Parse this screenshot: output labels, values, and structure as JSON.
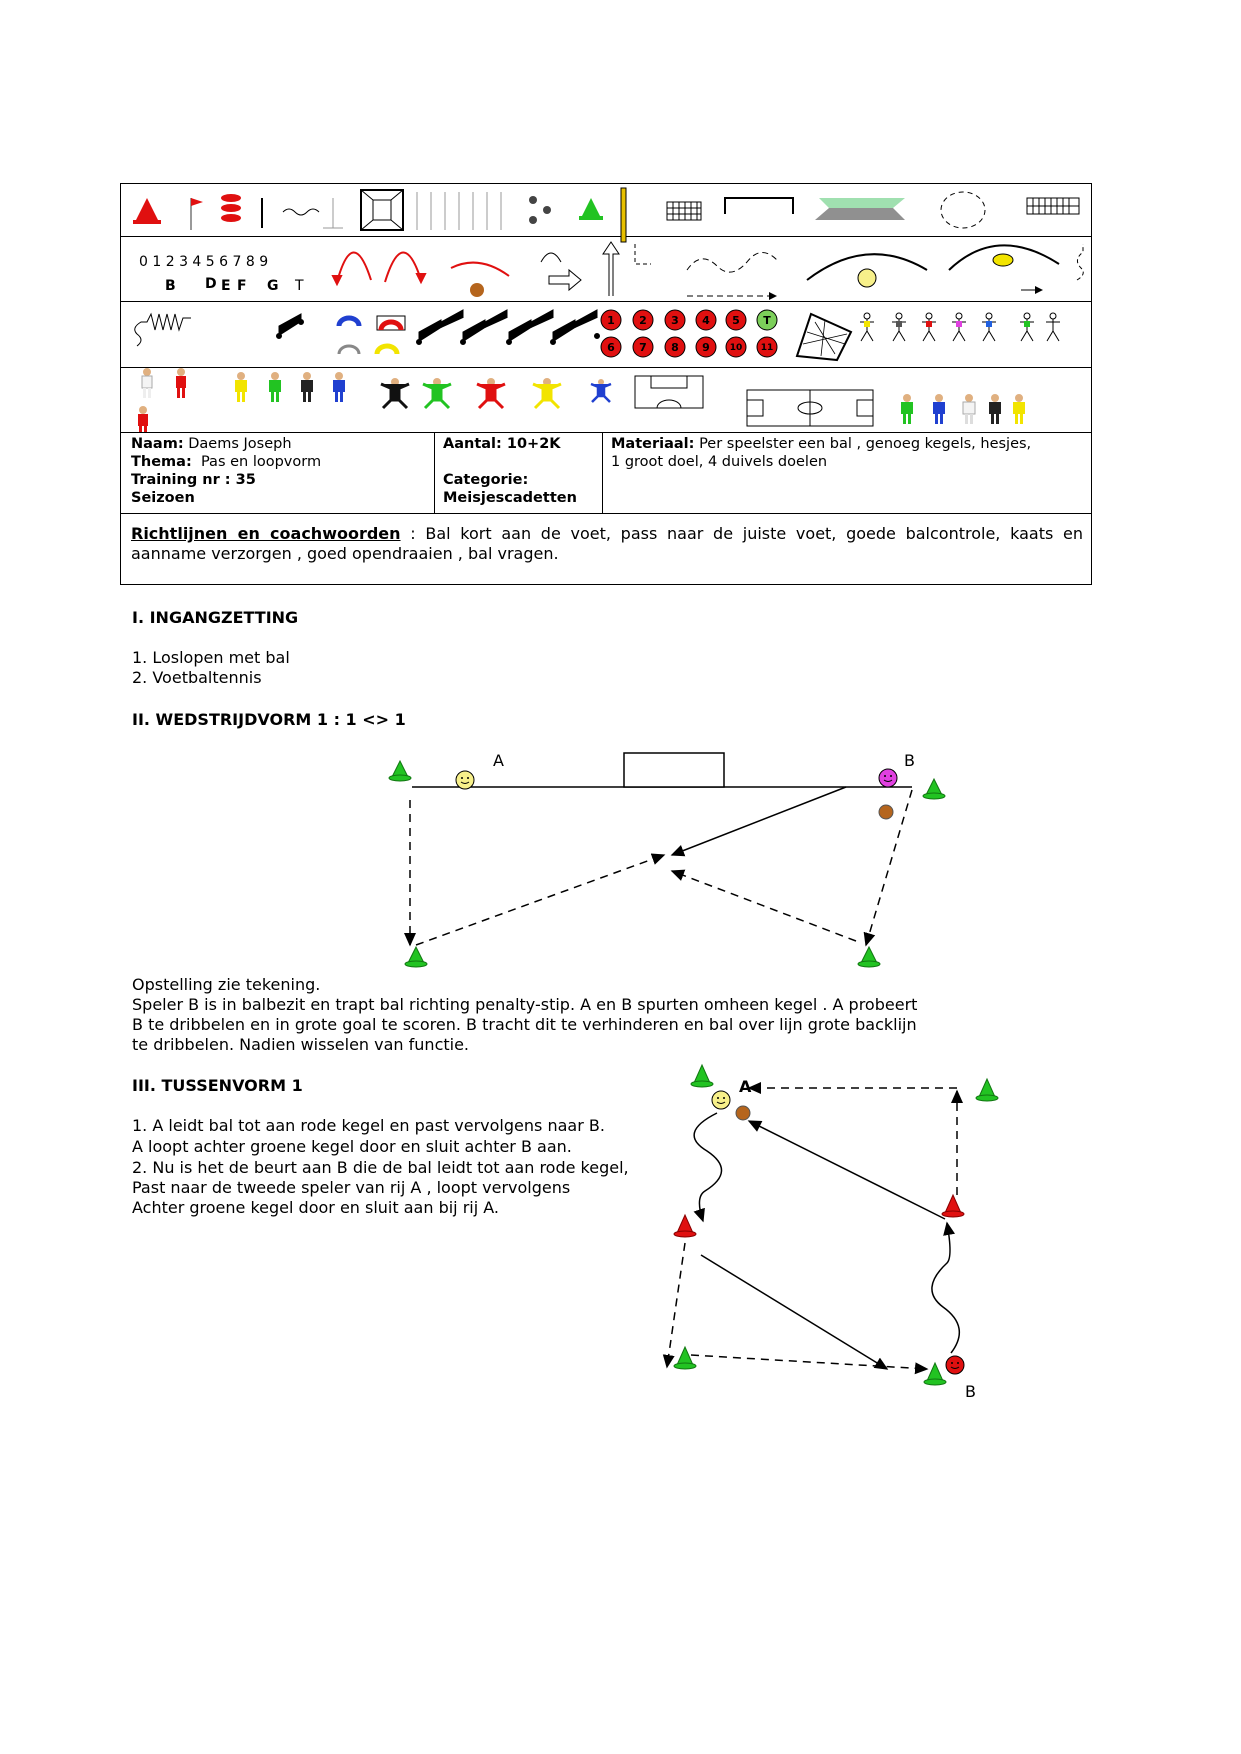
{
  "header": {
    "numbers": "0 1 2 3 4 5 6 7 8 9",
    "letters": [
      "B",
      "D",
      "E",
      "F",
      "G",
      "T"
    ],
    "red_numbers": [
      "1",
      "2",
      "3",
      "4",
      "5",
      "6",
      "7",
      "8",
      "9",
      "10",
      "11"
    ],
    "green_t": "T",
    "naam_label": "Naam:",
    "naam_value": "Daems Joseph",
    "thema_label": "Thema:",
    "thema_value": "Pas en loopvorm",
    "training_label": "Training nr : 35",
    "seizoen_label": "Seizoen",
    "aantal_label": "Aantal: 10+2K",
    "categorie_label": "Categorie:",
    "categorie_value": "Meisjescadetten",
    "materiaal_label": "Materiaal:",
    "materiaal_value": "Per speelster een bal , genoeg kegels, hesjes,",
    "materiaal_value2": "1 groot doel, 4 duivels doelen",
    "richtlijnen_label": "Richtlijnen en coachwoorden",
    "richtlijnen_text": " : Bal kort aan de voet, pass naar de juiste voet, goede balcontrole, kaats en aanname verzorgen , goed opendraaien , bal vragen."
  },
  "section1": {
    "title": "I. INGANGZETTING",
    "items": [
      "1. Loslopen met bal",
      "2. Voetbaltennis"
    ]
  },
  "section2": {
    "title": "II. WEDSTRIJDVORM 1 : 1 <> 1",
    "label_a": "A",
    "label_b": "B",
    "text": [
      "Opstelling zie tekening.",
      "Speler B is in balbezit en trapt bal richting penalty-stip. A en B spurten omheen kegel . A probeert",
      "B te dribbelen en in grote goal te scoren. B tracht dit te verhinderen en bal over lijn grote backlijn",
      "te dribbelen. Nadien wisselen van functie."
    ]
  },
  "section3": {
    "title": "III. TUSSENVORM 1",
    "text": [
      "1. A leidt bal tot aan rode kegel en past vervolgens naar B.",
      "A loopt achter groene kegel door en sluit achter B aan.",
      "2. Nu is het de beurt aan B die de bal leidt tot aan rode kegel,",
      "Past naar de tweede speler van rij A , loopt vervolgens",
      "Achter groene kegel door en sluit aan bij rij A."
    ],
    "label_a": "A",
    "label_b": "B"
  },
  "colors": {
    "green_cone": "#22c322",
    "red_cone": "#e01010",
    "yellow_face": "#f7f08a",
    "magenta_face": "#e040e0",
    "ball": "#b5651d"
  }
}
